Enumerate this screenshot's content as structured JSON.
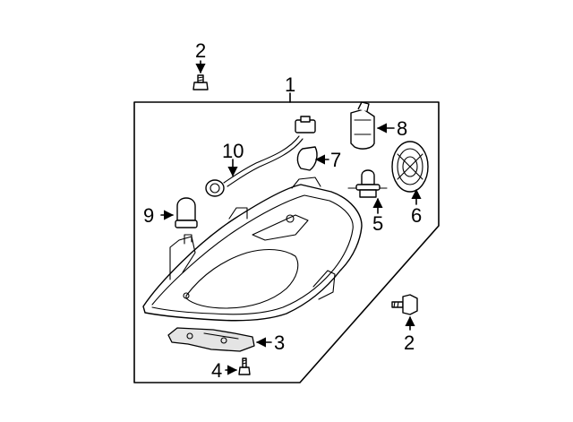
{
  "callouts": {
    "c1": "1",
    "c2_top": "2",
    "c2_right": "2",
    "c3": "3",
    "c4": "4",
    "c5": "5",
    "c6": "6",
    "c7": "7",
    "c8": "8",
    "c9": "9",
    "c10": "10"
  }
}
